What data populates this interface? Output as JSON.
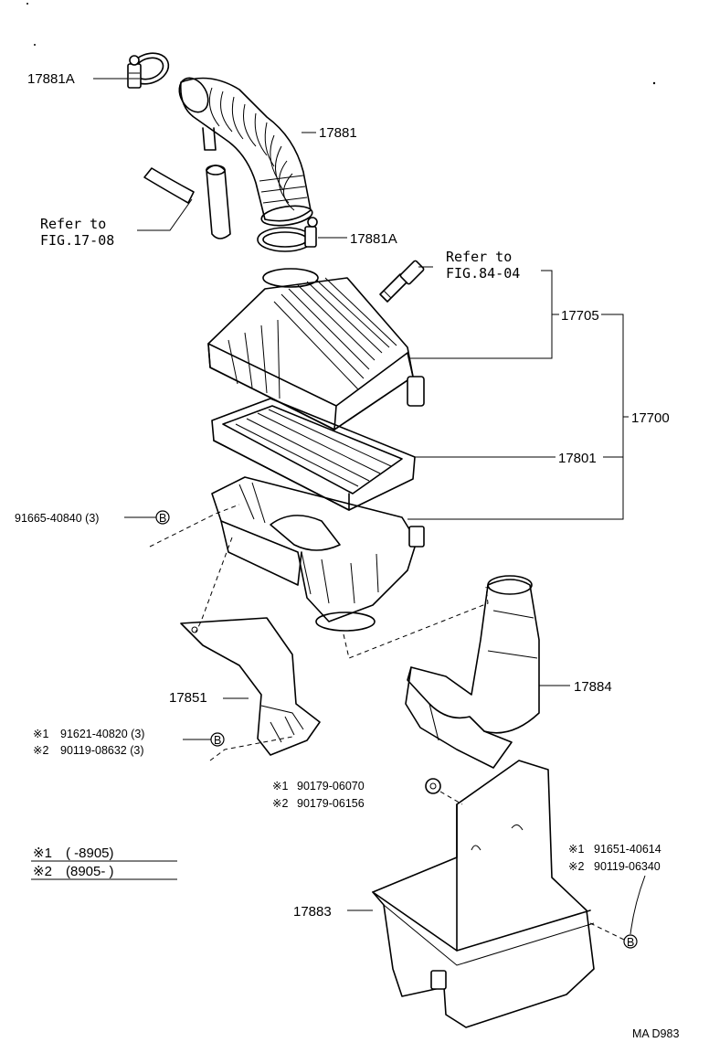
{
  "labels": {
    "clamp_top": "17881A",
    "hose": "17881",
    "refer_1_line1": "Refer to",
    "refer_1_line2": "FIG.17-08",
    "clamp_bottom": "17881A",
    "refer_2_line1": "Refer to",
    "refer_2_line2": "FIG.84-04",
    "cap": "17705",
    "assembly": "17700",
    "element": "17801",
    "bolt_b1": "91665-40840 (3)",
    "marker_b": "B",
    "plate": "17851",
    "bolt_plate_1_mark": "※1",
    "bolt_plate_1": "91621-40820 (3)",
    "bolt_plate_2_mark": "※2",
    "bolt_plate_2": "90119-08632 (3)",
    "inlet": "17884",
    "nut_1_mark": "※1",
    "nut_1": "90179-06070",
    "nut_2_mark": "※2",
    "nut_2": "90179-06156",
    "resonator": "17883",
    "bolt_res_1_mark": "※1",
    "bolt_res_1": "91651-40614",
    "bolt_res_2_mark": "※2",
    "bolt_res_2": "90119-06340",
    "diagram_id": "MA D983"
  },
  "notes": {
    "note_1_mark": "※1",
    "note_1_text": "(      -8905)",
    "note_2_mark": "※2",
    "note_2_text": "(8905-       )"
  }
}
